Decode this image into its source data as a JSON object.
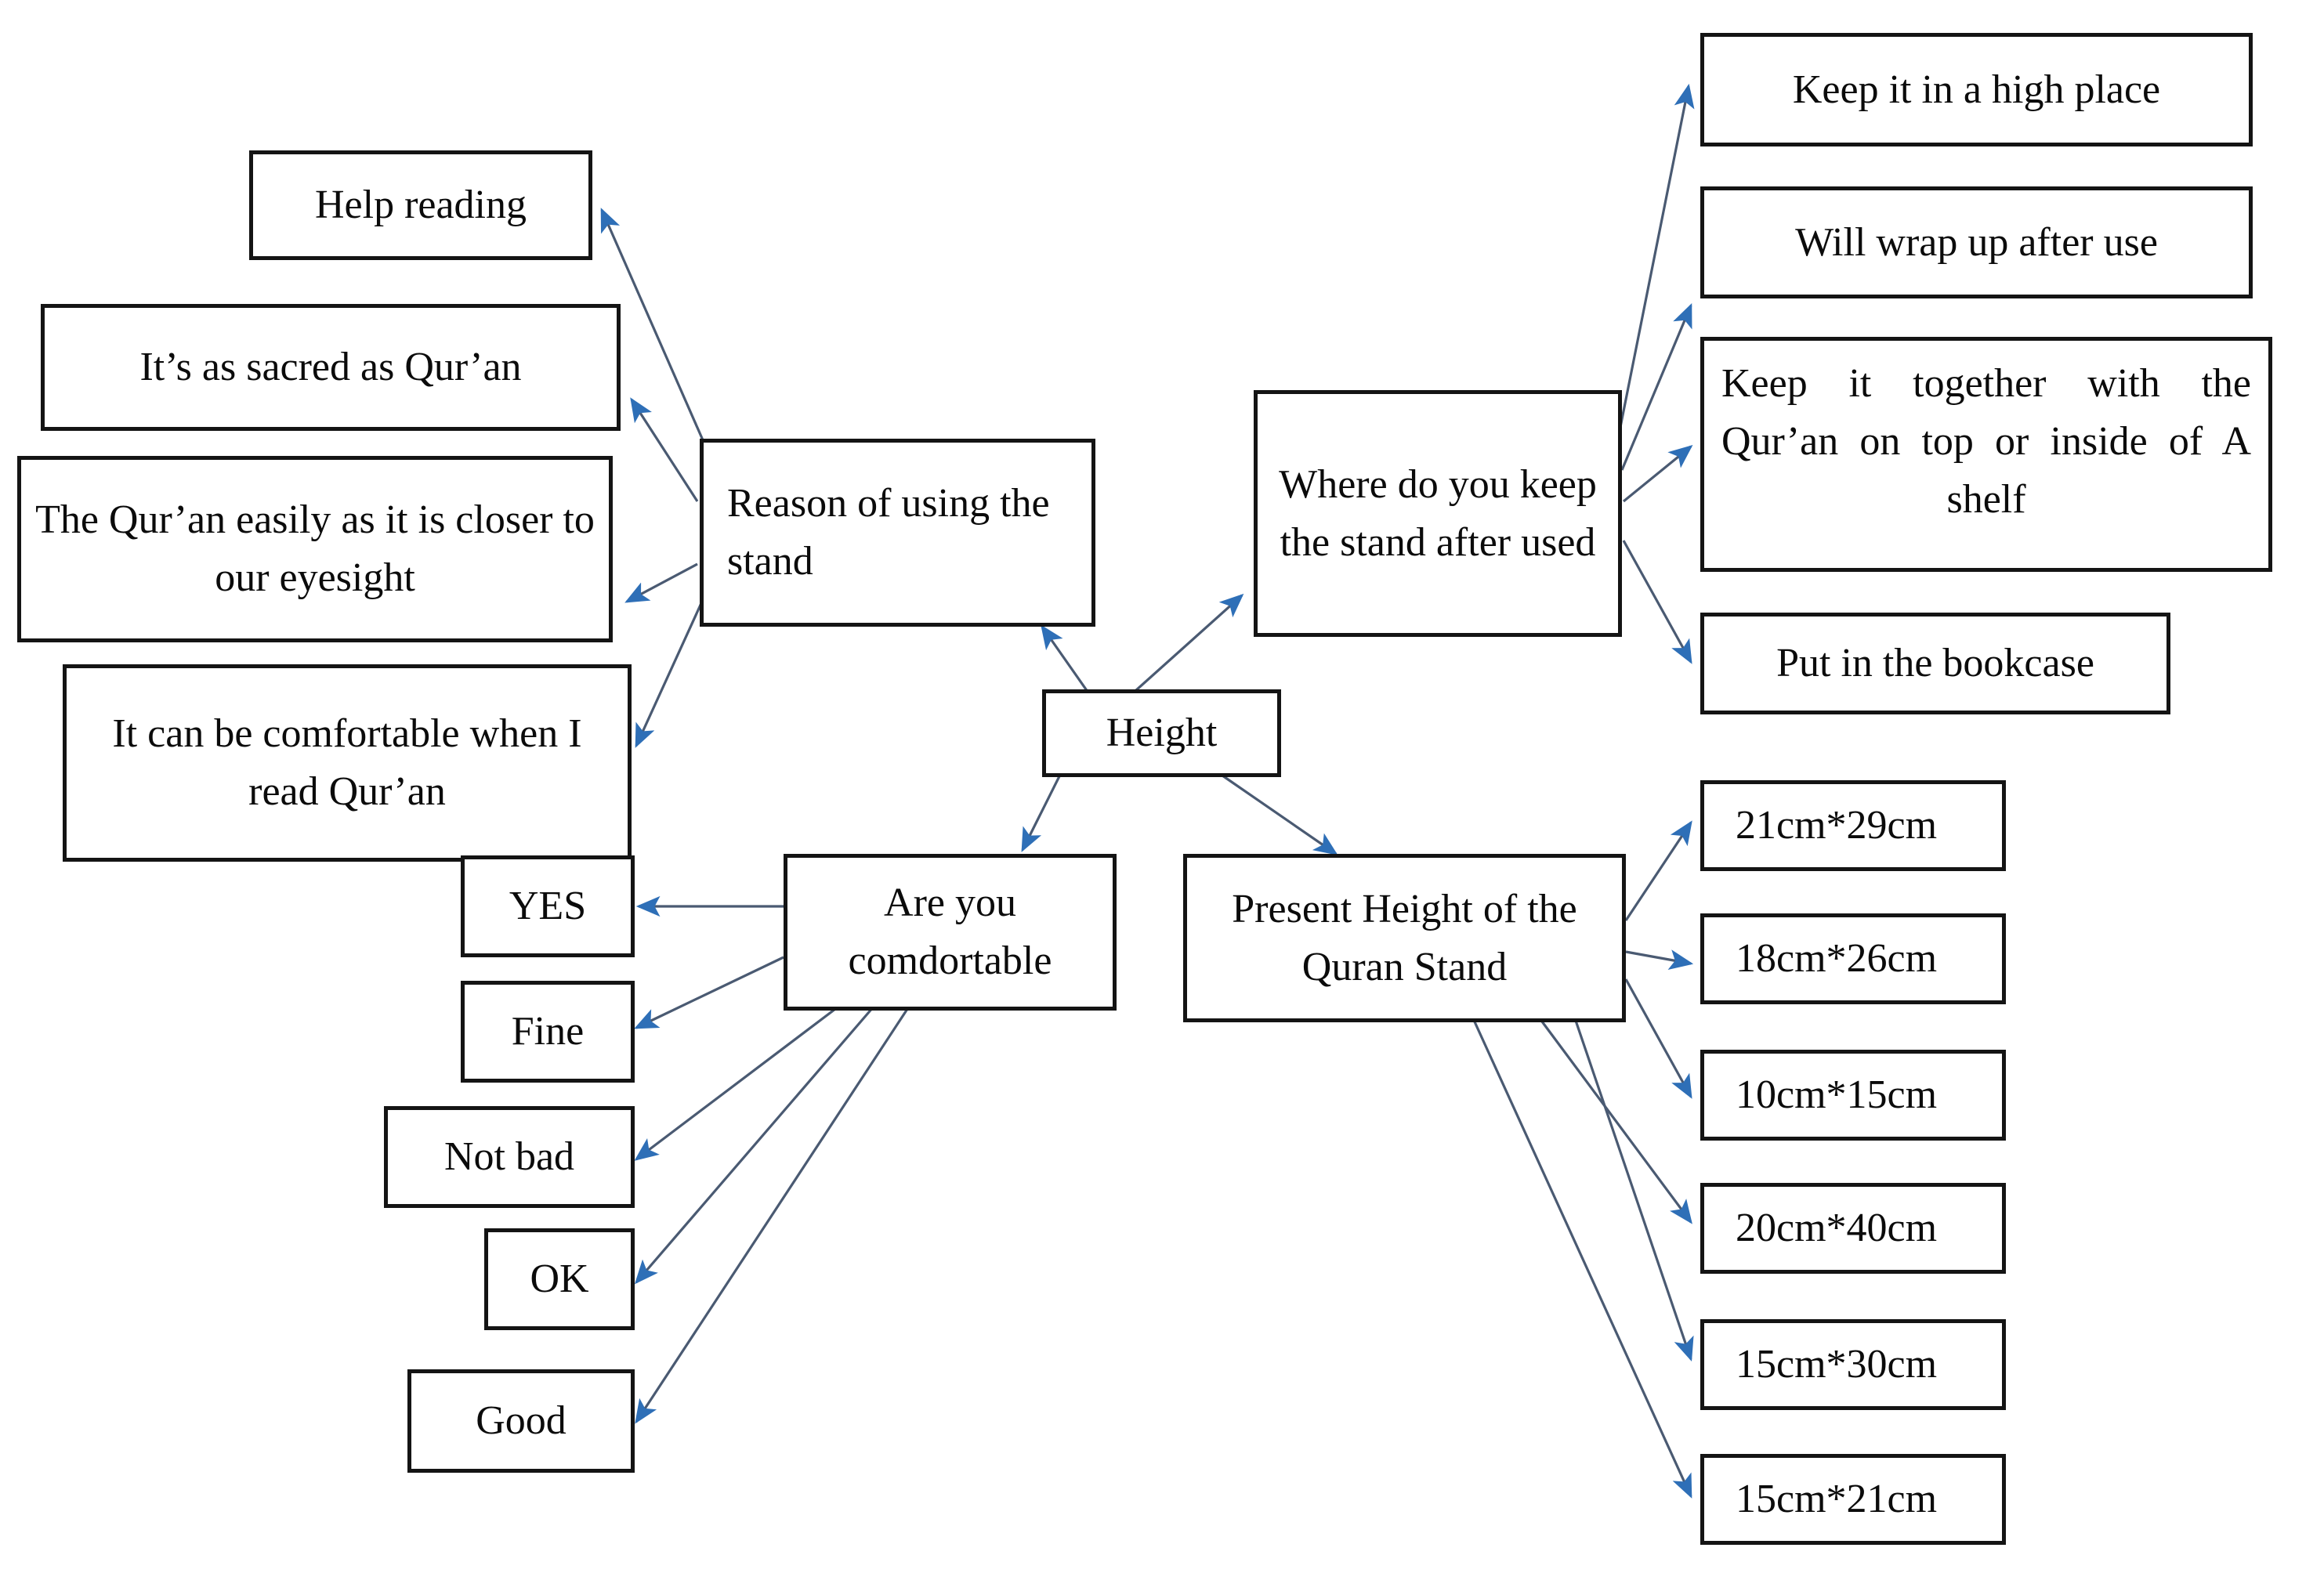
{
  "diagram": {
    "title": "Height",
    "root": {
      "id": "height",
      "label": "Height"
    },
    "branches": [
      {
        "id": "reason-of-using-the-stand",
        "label": "Reason of using the stand",
        "children": [
          {
            "id": "help-reading",
            "label": "Help reading"
          },
          {
            "id": "its-as-sacred-as-quran",
            "label": "It’s as sacred as Qur’an"
          },
          {
            "id": "quran-easily-closer-to-eyesight",
            "label": "The Qur’an easily as it is closer to our eyesight"
          },
          {
            "id": "comfortable-when-i-read-quran",
            "label": "It can be comfortable when I read Qur’an"
          }
        ]
      },
      {
        "id": "where-do-you-keep-the-stand-after-used",
        "label": "Where do you keep the stand after used",
        "children": [
          {
            "id": "keep-it-in-a-high-place",
            "label": "Keep it in a high place"
          },
          {
            "id": "will-wrap-up-after-use",
            "label": "Will wrap up after use"
          },
          {
            "id": "keep-it-together-with-the-quran",
            "label": "Keep it together with the Qur’an on top or inside of A shelf"
          },
          {
            "id": "put-in-the-bookcase",
            "label": "Put in the bookcase"
          }
        ]
      },
      {
        "id": "are-you-comdortable",
        "label": "Are you comdortable",
        "children": [
          {
            "id": "yes",
            "label": "YES"
          },
          {
            "id": "fine",
            "label": "Fine"
          },
          {
            "id": "not-bad",
            "label": "Not bad"
          },
          {
            "id": "ok",
            "label": "OK"
          },
          {
            "id": "good",
            "label": "Good"
          }
        ]
      },
      {
        "id": "present-height-of-the-quran-stand",
        "label": "Present Height of the Quran Stand",
        "children": [
          {
            "id": "size-21x29",
            "label": "21cm*29cm"
          },
          {
            "id": "size-18x26",
            "label": "18cm*26cm"
          },
          {
            "id": "size-10x15",
            "label": "10cm*15cm"
          },
          {
            "id": "size-20x40",
            "label": "20cm*40cm"
          },
          {
            "id": "size-15x30",
            "label": "15cm*30cm"
          },
          {
            "id": "size-15x21",
            "label": "15cm*21cm"
          }
        ]
      }
    ]
  },
  "colors": {
    "arrow": "#2E6FB7",
    "arrow_line": "#4A5A72",
    "box_border": "#141414",
    "background": "#ffffff",
    "text": "#0b0b0b"
  }
}
